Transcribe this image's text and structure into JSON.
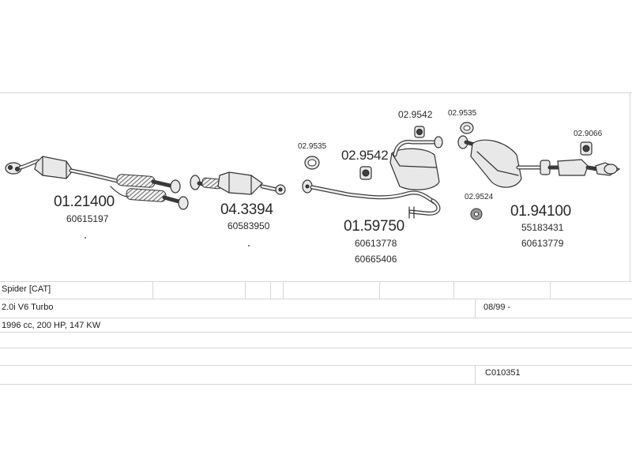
{
  "parts": {
    "p1": {
      "code": "01.21400",
      "refs": [
        "60615197"
      ]
    },
    "p2": {
      "code": "04.3394",
      "refs": [
        "60583950"
      ]
    },
    "p3": {
      "code": "02.9535"
    },
    "p4": {
      "code": "02.9542"
    },
    "p5": {
      "code": "01.59750",
      "refs": [
        "60613778",
        "60665406"
      ]
    },
    "p6": {
      "code": "02.9542"
    },
    "p7": {
      "code": "02.9535"
    },
    "p8": {
      "code": "02.9524"
    },
    "p9": {
      "code": "01.94100",
      "refs": [
        "55183431",
        "60613779"
      ]
    },
    "p10": {
      "code": "02.9066"
    }
  },
  "vehicle": {
    "model": "Spider  [CAT]",
    "engine": "2.0i V6 Turbo",
    "date_range": "08/99 -",
    "specs": "1996 cc, 200 HP, 147 KW",
    "catalog_code": "C010351"
  },
  "colors": {
    "line": "#333333",
    "rule": "#d6d6d6"
  }
}
